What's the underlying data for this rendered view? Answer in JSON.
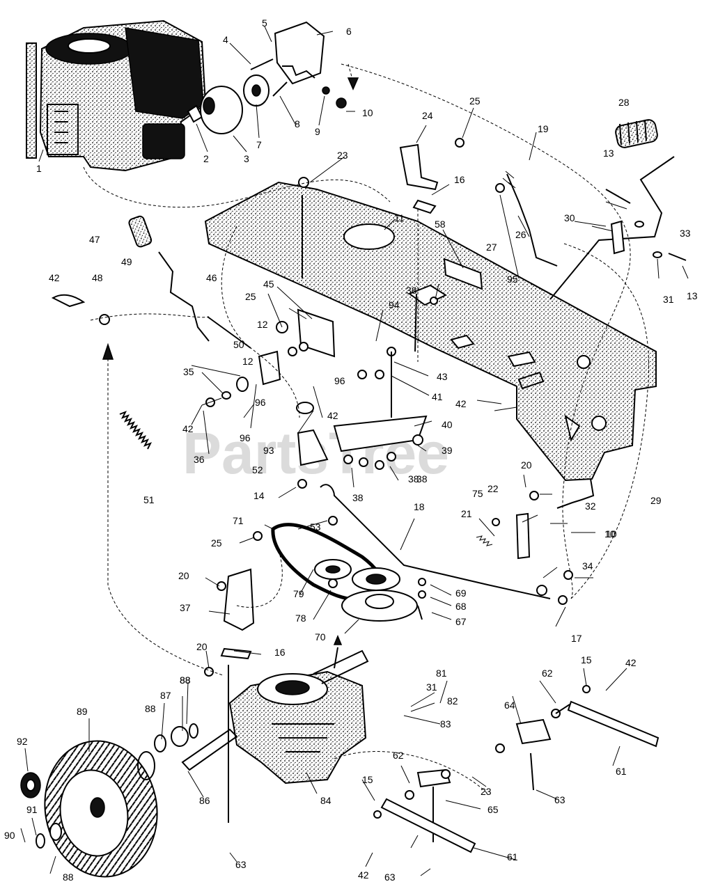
{
  "watermark": "PartsTree",
  "part_labels": [
    "1",
    "2",
    "3",
    "4",
    "5",
    "6",
    "7",
    "8",
    "9",
    "10",
    "10",
    "10",
    "11",
    "12",
    "12",
    "13",
    "13",
    "14",
    "15",
    "15",
    "16",
    "16",
    "17",
    "18",
    "19",
    "20",
    "20",
    "20",
    "21",
    "22",
    "23",
    "23",
    "24",
    "25",
    "25",
    "25",
    "26",
    "27",
    "28",
    "29",
    "30",
    "31",
    "31",
    "32",
    "33",
    "34",
    "35",
    "36",
    "37",
    "38",
    "38",
    "38",
    "38",
    "39",
    "40",
    "41",
    "42",
    "42",
    "42",
    "42",
    "42",
    "42",
    "43",
    "45",
    "46",
    "47",
    "48",
    "49",
    "50",
    "51",
    "52",
    "53",
    "58",
    "61",
    "61",
    "62",
    "62",
    "63",
    "63",
    "63",
    "64",
    "65",
    "67",
    "68",
    "69",
    "70",
    "71",
    "75",
    "78",
    "79",
    "81",
    "82",
    "83",
    "84",
    "86",
    "87",
    "88",
    "88",
    "88",
    "88",
    "89",
    "90",
    "91",
    "92",
    "93",
    "94",
    "95",
    "96",
    "96",
    "96"
  ],
  "parts": {
    "engine": "1",
    "muffler": "3",
    "frame": "11",
    "belt": "71",
    "pulley": "70",
    "transaxle": "84",
    "wheel": "89",
    "shift_lever": "33",
    "hand_grip": "28",
    "spring": "51",
    "brake_rod": "18",
    "cable": "19",
    "axle_bar": "61"
  }
}
